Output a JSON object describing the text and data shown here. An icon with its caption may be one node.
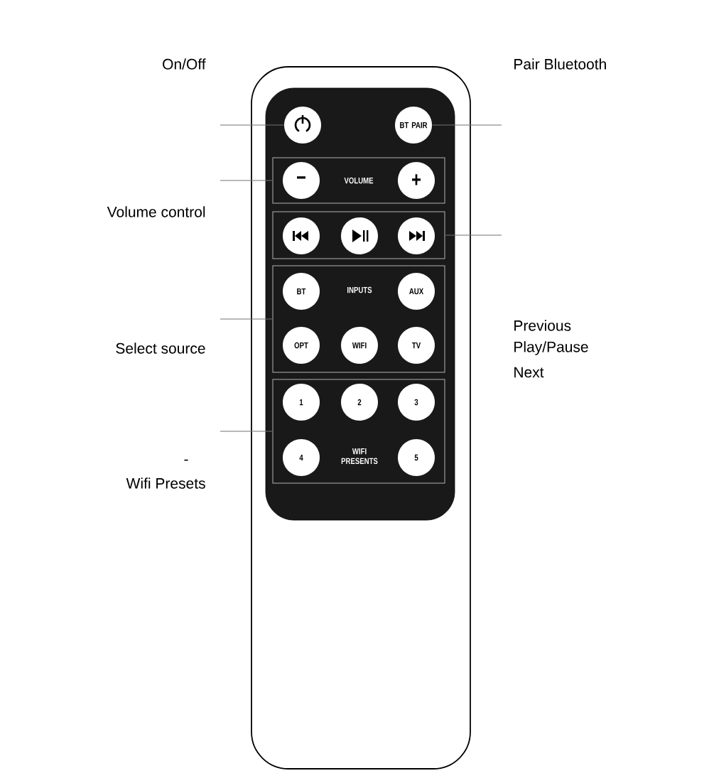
{
  "diagram": {
    "nodes": [
      {
        "text": [],
        "shape": "box"
      },
      {
        "text": [],
        "shape": "box",
        "in": 0
      },
      {
        "text": [],
        "shape": "circle",
        "in": 1
      },
      {
        "text": [
          "BT PAIR"
        ],
        "in": 1
      },
      {
        "text": [
          "VOLUME"
        ],
        "in": 1
      },
      {
        "text": [
          "−"
        ],
        "in": 4
      },
      {
        "text": [
          "+"
        ],
        "in": 4
      },
      {
        "text": [],
        "shape": "box",
        "in": 1
      },
      {
        "text": [],
        "shape": "circle",
        "in": 7
      },
      {
        "text": [],
        "shape": "circle",
        "in": 7
      },
      {
        "text": [],
        "shape": "circle",
        "in": 7
      },
      {
        "text": [
          "INPUTS"
        ],
        "in": 1
      },
      {
        "text": [
          "BT"
        ],
        "in": 11
      },
      {
        "text": [
          "AUX"
        ],
        "in": 11
      },
      {
        "text": [
          "OPT"
        ],
        "in": 11
      },
      {
        "text": [
          "WIFI"
        ],
        "in": 11
      },
      {
        "text": [
          "TV"
        ],
        "in": 11
      },
      {
        "text": [
          "WIFI PRESENTS"
        ],
        "in": 1
      },
      {
        "text": [
          "1"
        ],
        "in": 17
      },
      {
        "text": [
          "2"
        ],
        "in": 17
      },
      {
        "text": [
          "3"
        ],
        "in": 17
      },
      {
        "text": [
          "4"
        ],
        "in": 17
      },
      {
        "text": [
          "5"
        ],
        "in": 17
      }
    ],
    "edges": [
      {
        "from": null,
        "to": 2,
        "arrow": "none"
      },
      {
        "from": null,
        "to": 3,
        "arrow": "none"
      },
      {
        "from": null,
        "to": 4,
        "arrow": "none"
      },
      {
        "from": null,
        "to": 7,
        "arrow": "none"
      },
      {
        "from": null,
        "to": 11,
        "arrow": "none"
      },
      {
        "from": null,
        "to": 17,
        "arrow": "none"
      }
    ],
    "labels": [
      "On/Off",
      "Pair Bluetooth",
      "Volume control",
      "Previous",
      "Play/Pause",
      "Next",
      "Select source",
      "-",
      "Wifi Presets"
    ]
  }
}
